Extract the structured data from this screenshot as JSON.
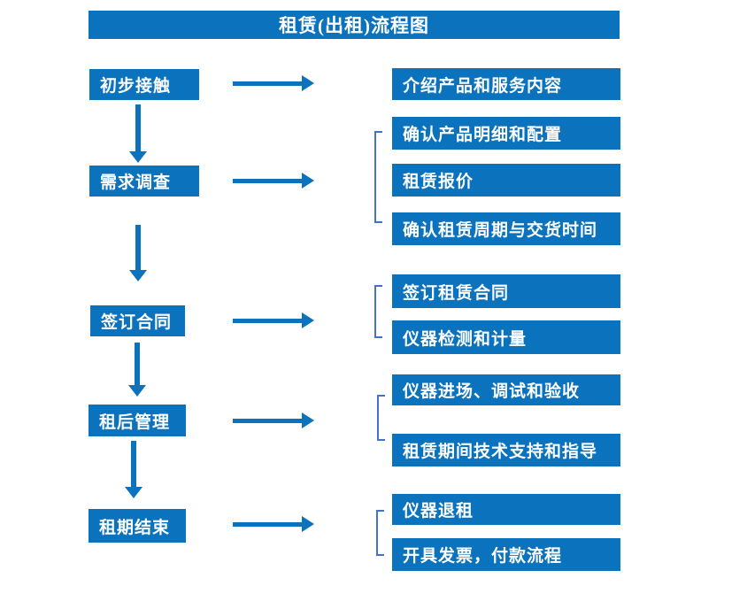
{
  "title": "租赁(出租)流程图",
  "colors": {
    "primary_blue": "#0B72BE",
    "bracket_blue": "#4472C4",
    "text": "#FFFFFF",
    "background": "#FFFFFF"
  },
  "steps": [
    {
      "label": "初步接触",
      "details": [
        "介绍产品和服务内容"
      ]
    },
    {
      "label": "需求调查",
      "details": [
        "确认产品明细和配置",
        "租赁报价",
        "确认租赁周期与交货时间"
      ]
    },
    {
      "label": "签订合同",
      "details": [
        "签订租赁合同",
        "仪器检测和计量"
      ]
    },
    {
      "label": "租后管理",
      "details": [
        "仪器进场、调试和验收",
        "租赁期间技术支持和指导"
      ]
    },
    {
      "label": "租期结束",
      "details": [
        "仪器退租",
        "开具发票，付款流程"
      ]
    }
  ]
}
